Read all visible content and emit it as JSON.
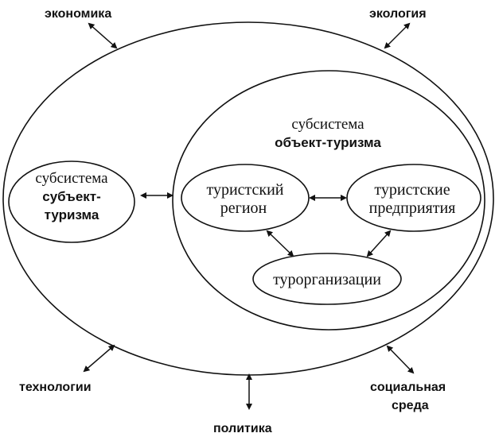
{
  "environment": {
    "economy": "экономика",
    "ecology": "экология",
    "technology": "технологии",
    "politics": "политика",
    "social_line1": "социальная",
    "social_line2": "среда"
  },
  "subject_subsystem": {
    "line1": "субсистема",
    "line2": "субъект-",
    "line3": "туризма"
  },
  "object_subsystem": {
    "line1": "субсистема",
    "line2": "объект-туризма"
  },
  "tourist_region": {
    "line1": "туристский",
    "line2": "регион"
  },
  "tourist_enterprises": {
    "line1": "туристские",
    "line2": "предприятия"
  },
  "tour_organizations": {
    "label": "туроргaнизации"
  },
  "colors": {
    "ink": "#111111",
    "background": "#ffffff"
  }
}
